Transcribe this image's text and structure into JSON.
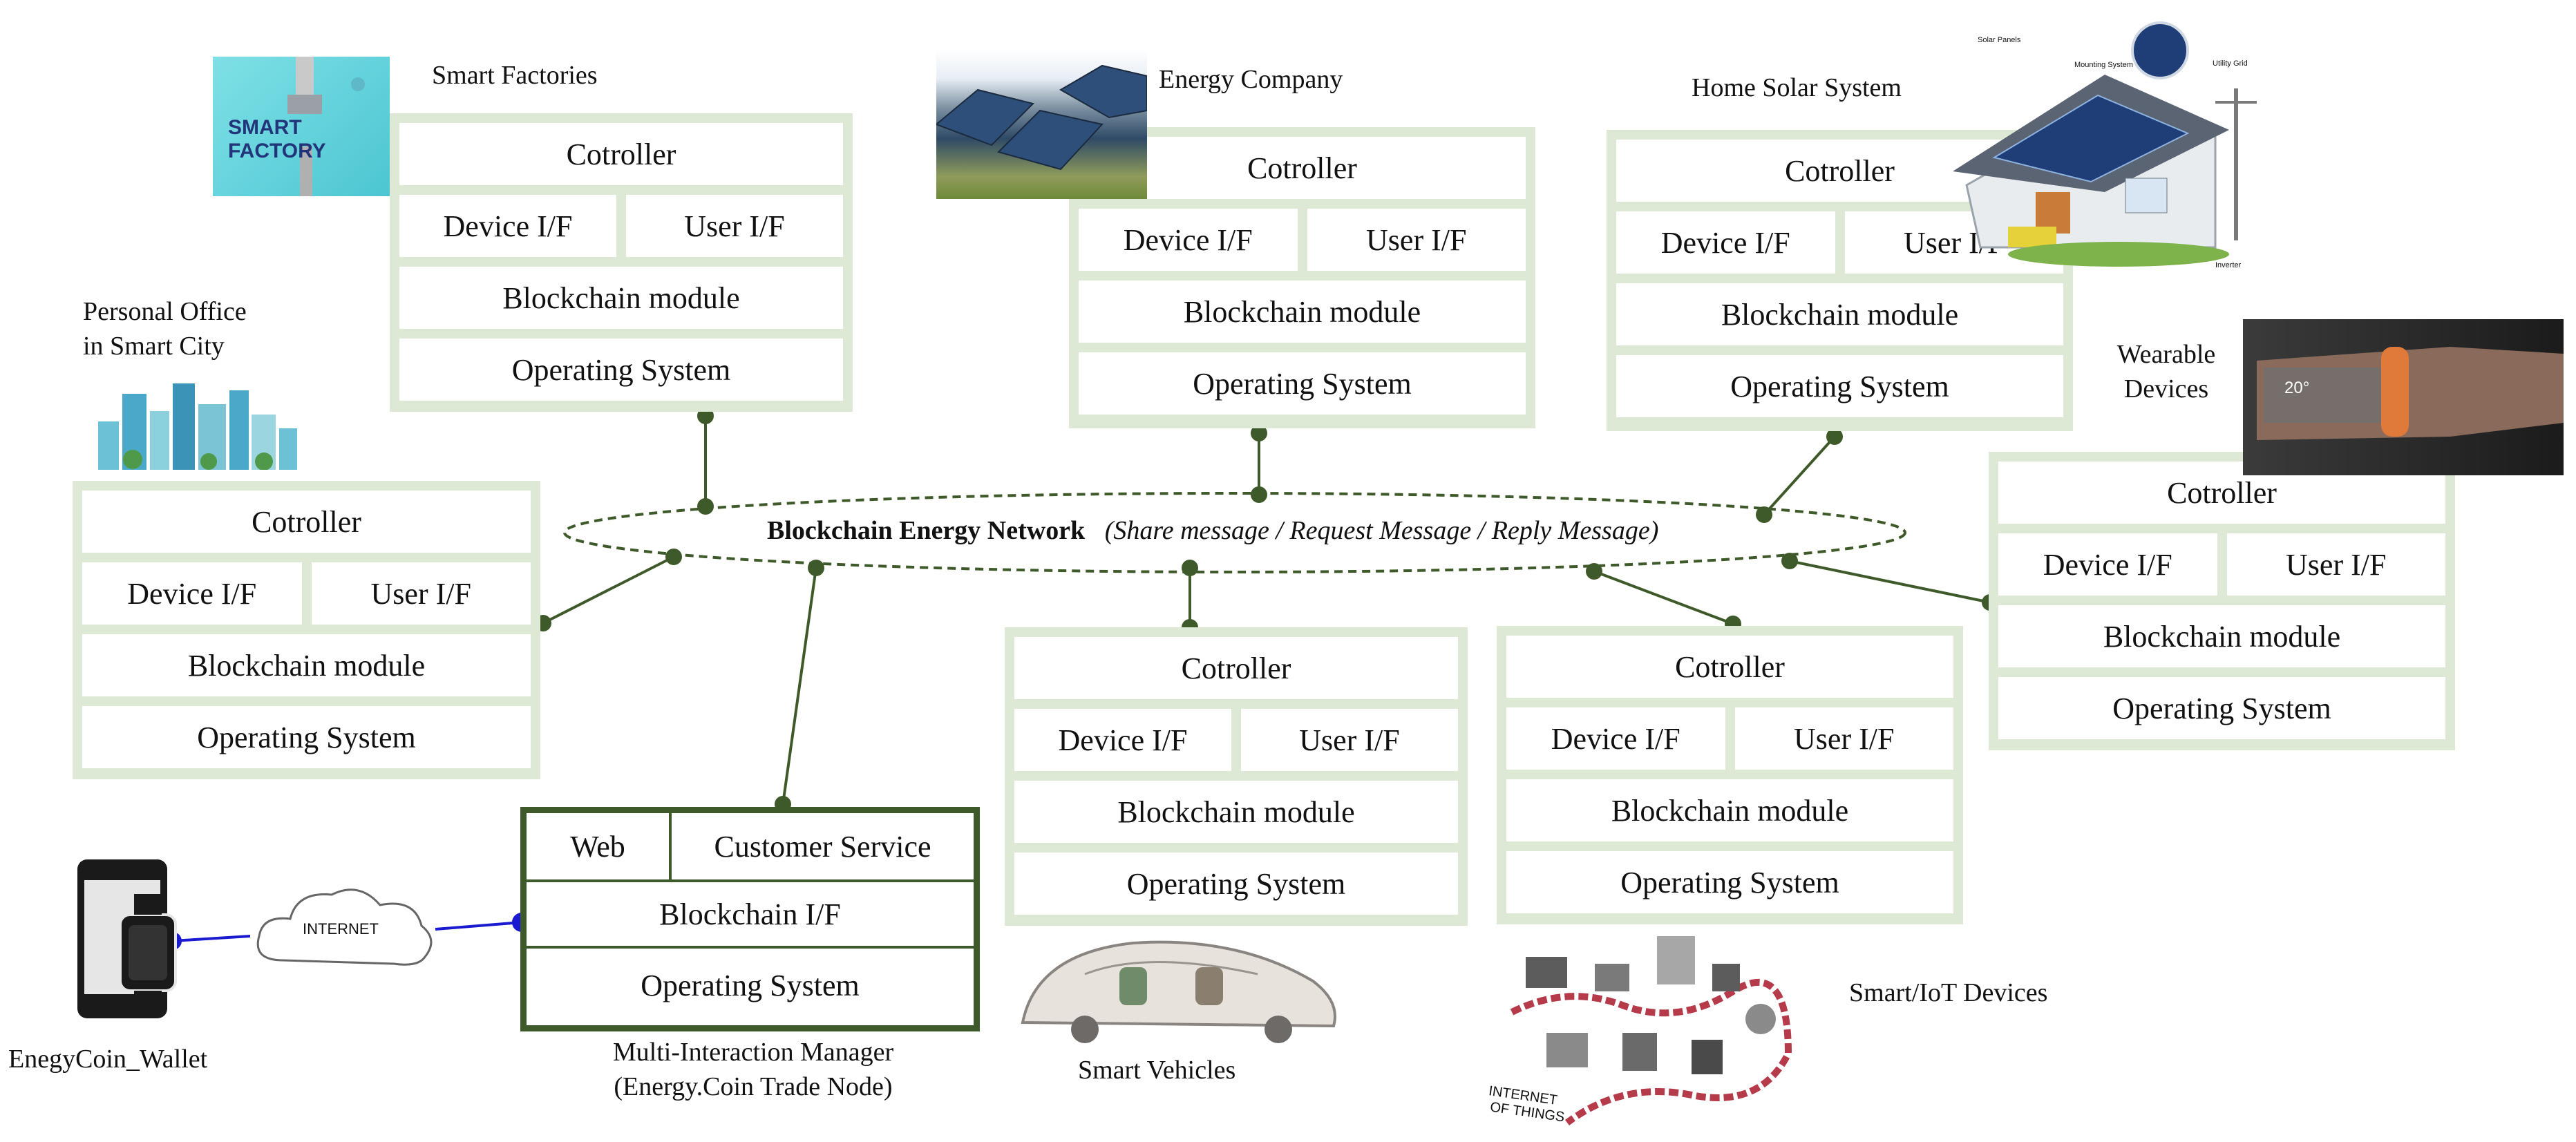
{
  "network": {
    "name": "Blockchain Energy Network",
    "messages": "(Share message / Request Message / Reply Message)"
  },
  "node_rows": {
    "controller": "Cotroller",
    "device_if": "Device  I/F",
    "user_if": "User I/F",
    "blockchain_module": "Blockchain module",
    "operating_system": "Operating System"
  },
  "captions": {
    "smart_factories": "Smart Factories",
    "energy_company": "Energy Company",
    "home_solar": "Home Solar System",
    "personal_office_1": "Personal Office",
    "personal_office_2": "in Smart City",
    "wearable_1": "Wearable",
    "wearable_2": "Devices",
    "smart_vehicles": "Smart Vehicles",
    "iot_devices": "Smart/IoT Devices",
    "wallet": "EnegyCoin_Wallet",
    "manager_1": "Multi-Interaction Manager",
    "manager_2": "(Energy.Coin Trade Node)"
  },
  "manager": {
    "web": "Web",
    "customer_service": "Customer Service",
    "blockchain_if": "Blockchain I/F",
    "operating_system": "Operating System"
  },
  "image_text": {
    "smart_factory": "SMART FACTORY",
    "internet": "INTERNET",
    "internet_of_things_1": "INTERNET",
    "internet_of_things_2": "OF THINGS",
    "temperature": "20°",
    "solar_panels": "Solar Panels",
    "mounting_system": "Mounting System",
    "utility_grid": "Utility Grid",
    "inverter": "Inverter"
  },
  "colors": {
    "node_border": "#dde9d4",
    "link": "#3f5a2a",
    "manager_border": "#3f5a2a",
    "wallet_link": "#1a1ad0"
  }
}
